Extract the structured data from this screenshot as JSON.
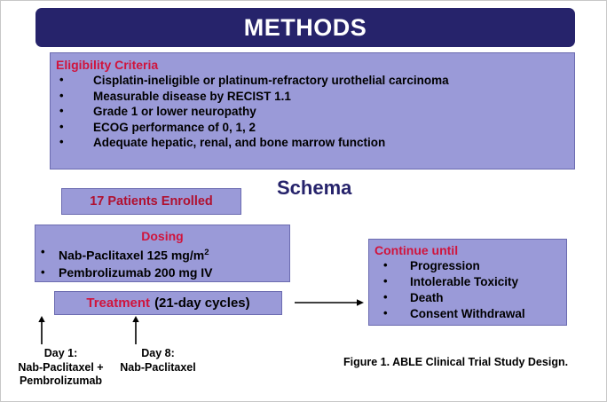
{
  "slide": {
    "title": "METHODS",
    "schema_heading": "Schema",
    "figure_caption": "Figure 1. ABLE Clinical Trial Study Design."
  },
  "colors": {
    "title_bar": "#26236b",
    "panel_fill": "#9a9ad8",
    "panel_border": "#6b6bb0",
    "heading_red": "#d0143c",
    "enrolled_red": "#b01030",
    "schema_blue": "#26236b",
    "body_text": "#000000"
  },
  "eligibility": {
    "heading": "Eligibility Criteria",
    "items": [
      "Cisplatin-ineligible or platinum-refractory urothelial carcinoma",
      "Measurable disease by RECIST 1.1",
      "Grade 1 or lower neuropathy",
      "ECOG performance of 0, 1, 2",
      "Adequate hepatic, renal, and bone marrow function"
    ]
  },
  "enrolled": {
    "label": "17 Patients Enrolled",
    "count": 17
  },
  "dosing": {
    "heading": "Dosing",
    "items": [
      {
        "drug": "Nab-Paclitaxel",
        "dose": "125 mg/m",
        "exponent": "2",
        "route": ""
      },
      {
        "drug": "Pembrolizumab",
        "dose": "200 mg IV",
        "exponent": "",
        "route": "IV"
      }
    ],
    "item_labels": [
      "Nab-Paclitaxel 125 mg/m2",
      "Pembrolizumab 200 mg IV"
    ]
  },
  "treatment": {
    "label_red": "Treatment",
    "label_black": "(21-day cycles)",
    "cycle_length_days": 21
  },
  "continue_until": {
    "heading": "Continue until",
    "items": [
      "Progression",
      "Intolerable Toxicity",
      "Death",
      "Consent Withdrawal"
    ]
  },
  "day_notes": [
    {
      "day": "Day 1:",
      "line1": "Nab-Paclitaxel +",
      "line2": "Pembrolizumab"
    },
    {
      "day": "Day 8:",
      "line1": "Nab-Paclitaxel",
      "line2": ""
    }
  ]
}
